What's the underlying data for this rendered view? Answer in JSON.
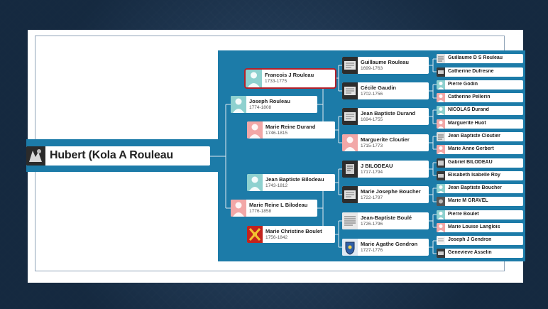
{
  "root": {
    "name": "Hubert (Kola A Rouleau"
  },
  "gen2": [
    {
      "name": "Joseph Rouleau",
      "dates": "1774-1808"
    },
    {
      "name": "Marie Reine L Bilodeau",
      "dates": "1776-1858"
    }
  ],
  "gen3": [
    {
      "name": "Francois J Rouleau",
      "dates": "1733-1775"
    },
    {
      "name": "Marie Reine Durand",
      "dates": "1746-1815"
    },
    {
      "name": "Jean Baptiste Bilodeau",
      "dates": "1743-1812"
    },
    {
      "name": "Marie Christine Boulet",
      "dates": "1756-1842"
    }
  ],
  "gen4": [
    {
      "name": "Guillaume Rouleau",
      "dates": "1699-1763"
    },
    {
      "name": "Cécile Gaudin",
      "dates": "1702-1756"
    },
    {
      "name": "Jean Baptiste Durand",
      "dates": "1694-1755"
    },
    {
      "name": "Marguerite Cloutier",
      "dates": "1715-1773"
    },
    {
      "name": "J BILODEAU",
      "dates": "1717-1794"
    },
    {
      "name": "Marie Josephe Boucher",
      "dates": "1722-1797"
    },
    {
      "name": "Jean-Baptiste Boulé",
      "dates": "1726-1796"
    },
    {
      "name": "Marie Agathe Gendron",
      "dates": "1727-1776"
    }
  ],
  "gen5": [
    {
      "name": "Guillaume D S Rouleau"
    },
    {
      "name": "Catherine Dufresne"
    },
    {
      "name": "Pierre Godin"
    },
    {
      "name": "Catherine Pellerin"
    },
    {
      "name": "NICOLAS Durand"
    },
    {
      "name": "Marguerite Huot"
    },
    {
      "name": "Jean Baptiste Cloutier"
    },
    {
      "name": "Marie Anne Gerbert"
    },
    {
      "name": "Gabriel BILODEAU"
    },
    {
      "name": "Élisabeth Isabelle Roy"
    },
    {
      "name": "Jean Baptiste Boucher"
    },
    {
      "name": "Marie M GRAVEL"
    },
    {
      "name": "Pierre Boulet"
    },
    {
      "name": "Marie Louise Langlois"
    },
    {
      "name": "Joseph J Gendron"
    },
    {
      "name": "Genevieve Asselin"
    }
  ],
  "icons": {
    "male": "male-silhouette-icon",
    "female": "female-silhouette-icon",
    "document": "document-record-icon",
    "crest": "coat-of-arms-icon"
  },
  "colors": {
    "panel": "#1c7ba8",
    "male": "#8ed1cf",
    "female": "#f2a7a7",
    "selected": "#b4202a"
  }
}
